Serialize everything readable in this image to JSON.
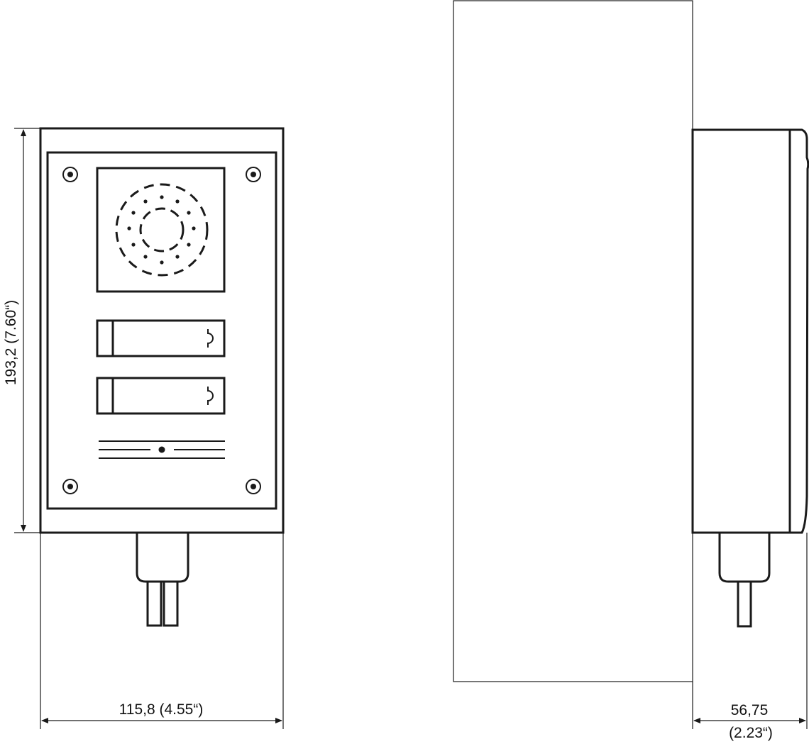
{
  "dimensions": {
    "height": "193,2 (7.60“)",
    "width": "115,8 (4.55“)",
    "depth_mm": "56,75",
    "depth_in": "(2.23“)"
  },
  "colors": {
    "line": "#1a1a1a",
    "background": "#ffffff"
  }
}
